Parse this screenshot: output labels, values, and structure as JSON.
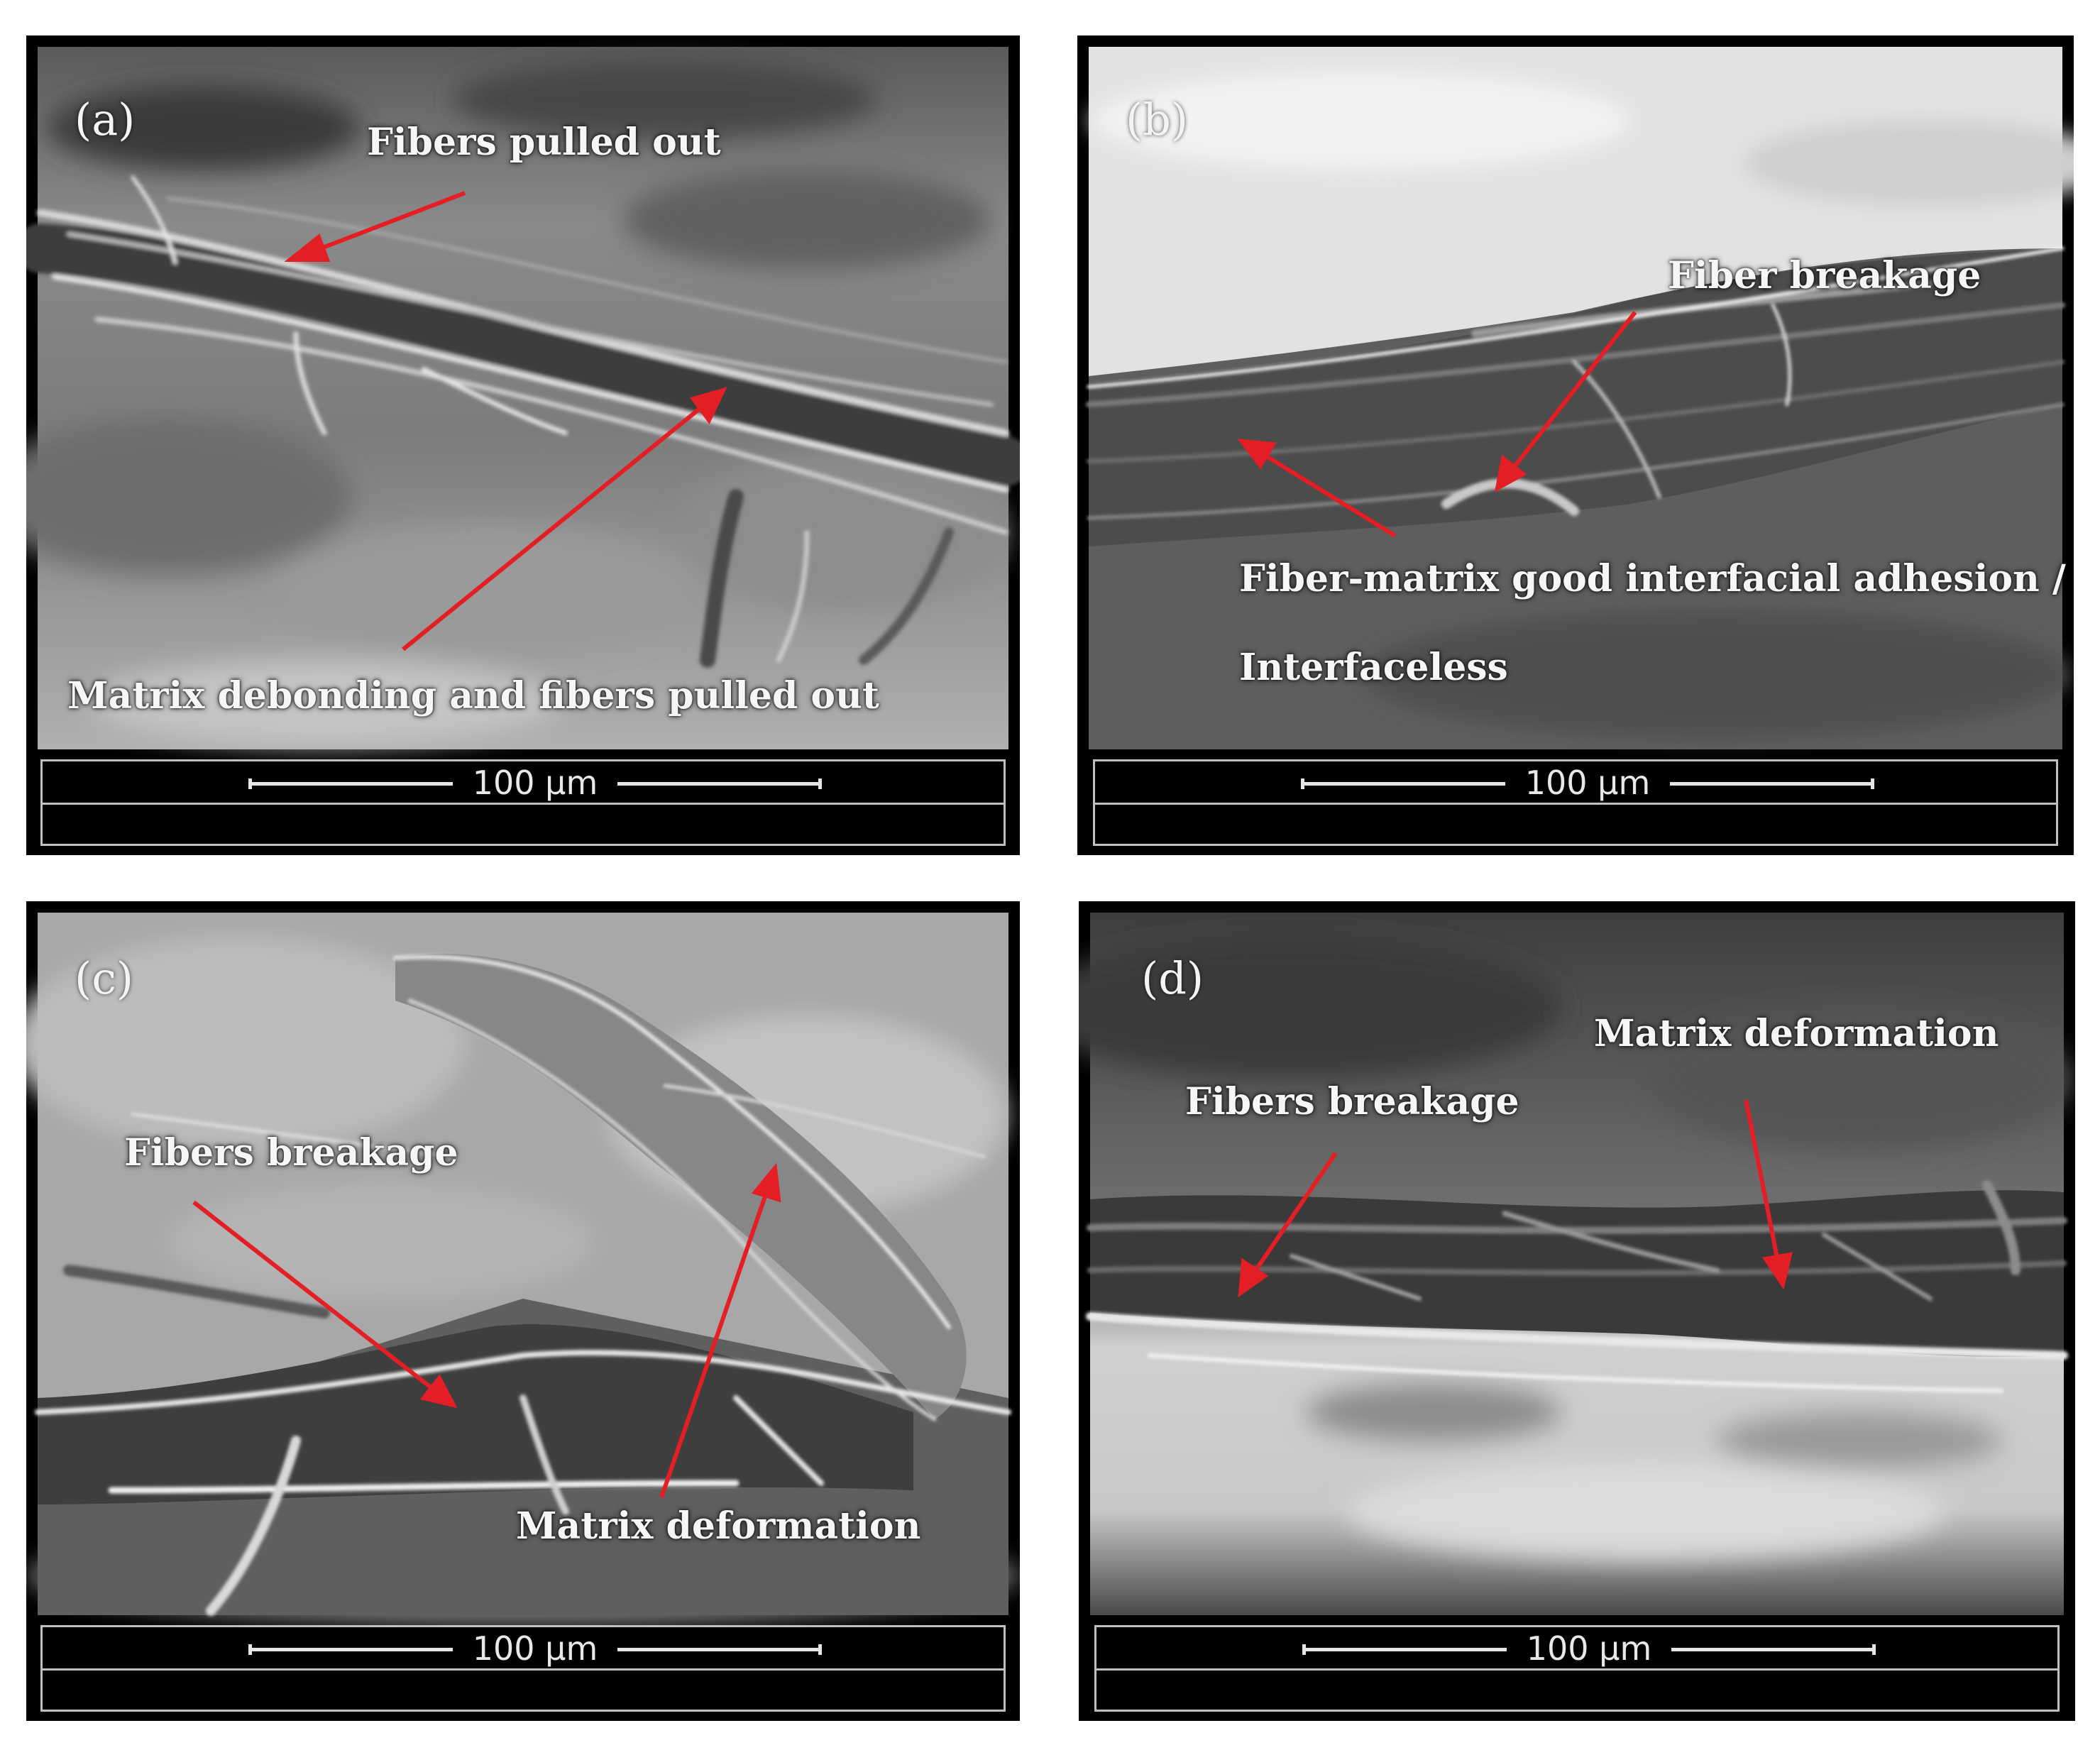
{
  "figure": {
    "colors": {
      "arrow": "#e31e24",
      "label": "#f6f6f6",
      "frame": "#000000"
    },
    "panels": [
      {
        "letter": "(a)",
        "scale_label": "100 µm",
        "annotations": {
          "fibers_pulled_out": "Fibers pulled out",
          "matrix_debonding": "Matrix debonding and fibers pulled out"
        }
      },
      {
        "letter": "(b)",
        "scale_label": "100 µm",
        "annotations": {
          "fiber_breakage": "Fiber breakage",
          "adhesion_line1": "Fiber-matrix good interfacial adhesion /",
          "adhesion_line2": "Interfaceless"
        }
      },
      {
        "letter": "(c)",
        "scale_label": "100 µm",
        "annotations": {
          "fibers_breakage": "Fibers breakage",
          "matrix_deformation": "Matrix deformation"
        }
      },
      {
        "letter": "(d)",
        "scale_label": "100 µm",
        "annotations": {
          "matrix_deformation": "Matrix deformation",
          "fibers_breakage": "Fibers breakage"
        }
      }
    ]
  }
}
